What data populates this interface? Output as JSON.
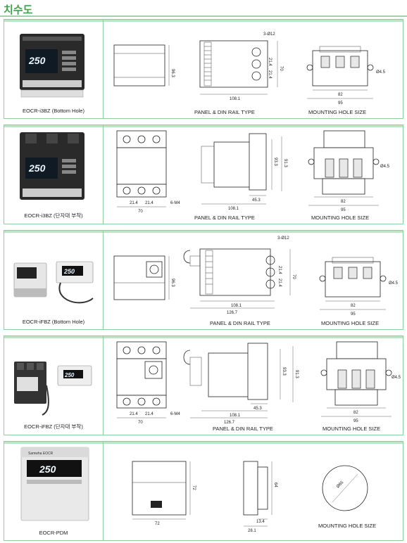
{
  "page_title": "치수도",
  "panels": [
    {
      "model": "EOCR-i3BZ (Bottom Hole)",
      "label_panel": "PANEL & DIN RAIL TYPE",
      "label_mount": "MOUNTING HOLE SIZE",
      "dims": {
        "h1": "96.3",
        "hole": "3-Ø12",
        "d1": "21.4",
        "d2": "21.4",
        "d3": "70",
        "w1": "108.1",
        "m1": "Ø4.5",
        "m2": "82",
        "m3": "95"
      }
    },
    {
      "model": "EOCR-i3BZ (단자대 부착)",
      "label_panel": "PANEL & DIN RAIL TYPE",
      "label_mount": "MOUNTING HOLE SIZE",
      "dims": {
        "f1": "21.4",
        "f2": "21.4",
        "f3": "70",
        "screw": "6-M4",
        "h1": "93.3",
        "h2": "91.3",
        "w1": "45.3",
        "w2": "108.1",
        "m1": "Ø4.5",
        "m2": "82",
        "m3": "95"
      }
    },
    {
      "model": "EOCR-iFBZ (Bottom Hole)",
      "label_panel": "PANEL & DIN RAIL TYPE",
      "label_mount": "MOUNTING HOLE SIZE",
      "dims": {
        "h1": "96.3",
        "hole": "3-Ø12",
        "d1": "21.4",
        "d2": "21.4",
        "d3": "70",
        "w1": "108.1",
        "w2": "126.7",
        "m1": "Ø4.5",
        "m2": "82",
        "m3": "95"
      }
    },
    {
      "model": "EOCR-iFBZ (단자대 부착)",
      "label_panel": "PANEL & DIN RAIL TYPE",
      "label_mount": "MOUNTING HOLE SIZE",
      "dims": {
        "f1": "21.4",
        "f2": "21.4",
        "f3": "70",
        "screw": "6-M4",
        "h1": "93.3",
        "h2": "91.3",
        "w1": "45.3",
        "w2": "108.1",
        "w3": "126.7",
        "m1": "Ø4.5",
        "m2": "82",
        "m3": "95"
      }
    },
    {
      "model": "EOCR-PDM",
      "label_mount": "MOUNTING HOLE SIZE",
      "dims": {
        "h1": "72",
        "w1": "72",
        "d1": "64",
        "d2": "13.4",
        "d3": "28.1",
        "hole": "Ø65"
      }
    }
  ],
  "device_brand": "Samwha EOCR",
  "device_readout": "250"
}
